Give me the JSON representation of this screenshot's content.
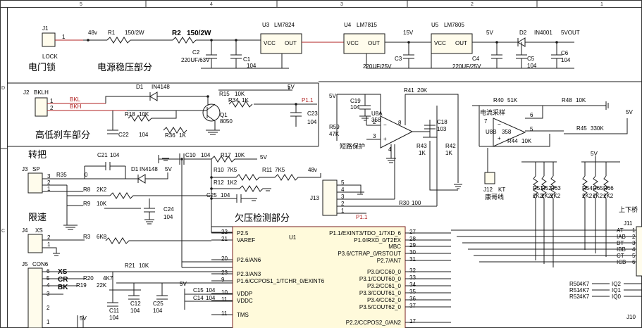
{
  "border": {
    "columns": [
      "5",
      "4",
      "3",
      "2",
      "1"
    ],
    "rows": [
      "D",
      "C"
    ]
  },
  "sections": {
    "lock": "电门锁",
    "power": "电源稳压部分",
    "brake": "高低刹车部分",
    "throttle": "转把",
    "speed_limit": "限速",
    "undervoltage": "欠压检测部分",
    "short_protect": "短路保护",
    "current_sample": "电流采样",
    "speed_cable": "康哥线",
    "updown": "上下桥"
  },
  "power_chain": {
    "j1": "J1",
    "j1_name": "LOCK",
    "pin1": "1",
    "net48": "48v",
    "r1": "R1",
    "r1_val": "150/2W",
    "r2": "R2",
    "r2_val": "150/2W",
    "c2": "C2",
    "c2_val": "220UF/63V",
    "c1": "C1",
    "c1_val": "104",
    "u3": "U3",
    "u3_part": "LM7824",
    "u4": "U4",
    "u4_part": "LM7815",
    "u5": "U5",
    "u5_part": "LM7805",
    "vcc": "VCC",
    "out": "OUT",
    "net15": "15V",
    "c3": "C3",
    "c3_val": "220UF/25V",
    "net5": "5V",
    "c4": "C4",
    "c4_val": "220UF/25V",
    "d2": "D2",
    "d2_part": "IN4001",
    "net5out": "5VOUT",
    "c5": "C5",
    "c5_val": "104",
    "c6": "C6",
    "c6_val": "104",
    "c3b_val": "104"
  },
  "brake": {
    "j2": "J2",
    "j2_name": "BKLH",
    "bkl": "BKL",
    "bkh": "BKH",
    "d1": "D1",
    "d1_part": "IN4148",
    "r15": "R15",
    "r15_val": "10K",
    "r34": "R34",
    "r34_val": "1K",
    "net5": "5V",
    "p11": "P1.1",
    "r18": "R18",
    "r18_val": "10K",
    "q1": "Q1",
    "q1_part": "8050",
    "c23": "C23",
    "c23_val": "104",
    "c22": "C22",
    "c22_val": "104",
    "r36": "R36",
    "r36_val": "1K"
  },
  "throttle": {
    "j3": "J3",
    "j3_name": "SP",
    "r35": "R35",
    "r35_val": "0",
    "c21": "C21",
    "c21_val": "104",
    "d1b": "D1",
    "d1b_part": "IN4148",
    "net5": "5V",
    "r8": "R8",
    "r8_val": "2K2",
    "r9": "R9",
    "r9_val": "10K",
    "c24": "C24",
    "c24_val": "104",
    "j4": "J4",
    "j4_name": "XS",
    "r3": "R3",
    "r3_val": "6K8"
  },
  "undervolt": {
    "c10": "C10",
    "c10_val": "104",
    "r17": "R17",
    "r17_val": "10K",
    "net5": "5V",
    "r10": "R10",
    "r10_val": "7K5",
    "r11": "R11",
    "r11_val": "7K5",
    "net48": "48v",
    "r12": "R12",
    "r12_val": "1K2",
    "c25": "C25",
    "c25_val": "104"
  },
  "j13": {
    "label": "J13",
    "pins": [
      "5",
      "4",
      "3",
      "2",
      "1"
    ],
    "p11": "P1.1",
    "r30": "R30",
    "r30_val": "100"
  },
  "opamp": {
    "net5": "5V",
    "c19": "C19",
    "c19_val": "104",
    "u8a": "U8A",
    "u8a_part": "358",
    "r41": "R41",
    "r41_val": "20K",
    "c18": "C18",
    "c18_val": "103",
    "r59": "R59",
    "r59_val": "47K",
    "r43": "R43",
    "r43_val": "1K",
    "r42": "R42",
    "r42_val": "1K",
    "r40": "R40",
    "r40_val": "51K",
    "r48": "R48",
    "r48_val": "10K",
    "u8b": "U8B",
    "u8b_part": "358",
    "r45": "R45",
    "r45_val": "330K",
    "r44": "R44",
    "r44_val": "10K",
    "j12": "J12",
    "j12_name": "KT",
    "pin_labels": [
      "3",
      "2",
      "1",
      "8",
      "4",
      "6",
      "5",
      "7"
    ]
  },
  "pullups": {
    "net5": "5V",
    "resistors": [
      "R51",
      "R52",
      "R63",
      "R54",
      "R65",
      "R66"
    ],
    "value": "2K2"
  },
  "mcu": {
    "label": "U1",
    "left_pins": [
      {
        "name": "P2.5",
        "num": "22"
      },
      {
        "name": "VAREF",
        "num": "21"
      },
      {
        "name": "P2.6/AN6",
        "num": "20"
      },
      {
        "name": "P2.3/AN3",
        "num": "23"
      },
      {
        "name": "P1.6/CCPOS1_1/TCHR_0/EXINT6",
        "num": "9"
      },
      {
        "name": "VDDP",
        "num": "10"
      },
      {
        "name": "VDDC",
        "num": "11"
      },
      {
        "name": "TMS",
        "num": "11"
      }
    ],
    "right_pins": [
      {
        "name": "P1.1/EXINT3/TDO_1/TXD_6",
        "num": "27"
      },
      {
        "name": "P1.0/RXD_0/T2EX",
        "num": "28"
      },
      {
        "name": "MBC",
        "num": "29"
      },
      {
        "name": "P3.6/CTRAP_0/RSTOUT",
        "num": "30"
      },
      {
        "name": "P2.7/AN7",
        "num": "31"
      },
      {
        "name": "P3.0/CC60_0",
        "num": "32"
      },
      {
        "name": "P3.1/COUT60_0",
        "num": "33"
      },
      {
        "name": "P3.2/CC61_0",
        "num": "34"
      },
      {
        "name": "P3.3/COUT61_0",
        "num": "35"
      },
      {
        "name": "P3.4/CC62_0",
        "num": "36"
      },
      {
        "name": "P3.5/COUT62_0",
        "num": "37"
      },
      {
        "name": "P2.2/CCPOS2_0/AN2",
        "num": "17"
      }
    ]
  },
  "j5": {
    "label": "J5",
    "name": "CON6",
    "pins": [
      "6",
      "5",
      "4",
      "3",
      "2",
      "1"
    ],
    "xs": "XS",
    "cr": "CR",
    "bk": "BK",
    "r20": "R20",
    "r20_val": "4K7",
    "r19": "R19",
    "r19_val": "22K",
    "r21": "R21",
    "r21_val": "10K",
    "c11": "C11",
    "c12": "C12",
    "c25": "C25",
    "c15": "C15",
    "c14": "C14",
    "cap_val": "104",
    "net5": "5V"
  },
  "j11": {
    "label": "J11",
    "nets": [
      "AT",
      "IAB",
      "BT",
      "IBB",
      "CT",
      "ICB"
    ],
    "pins": [
      "1",
      "2",
      "3",
      "4",
      "5",
      "6"
    ]
  },
  "j10": {
    "label": "J10",
    "resistors": [
      "R50",
      "R51",
      "R52"
    ],
    "value": "4K7",
    "nets": [
      "IQ2",
      "IQ1",
      "IQ0"
    ]
  }
}
